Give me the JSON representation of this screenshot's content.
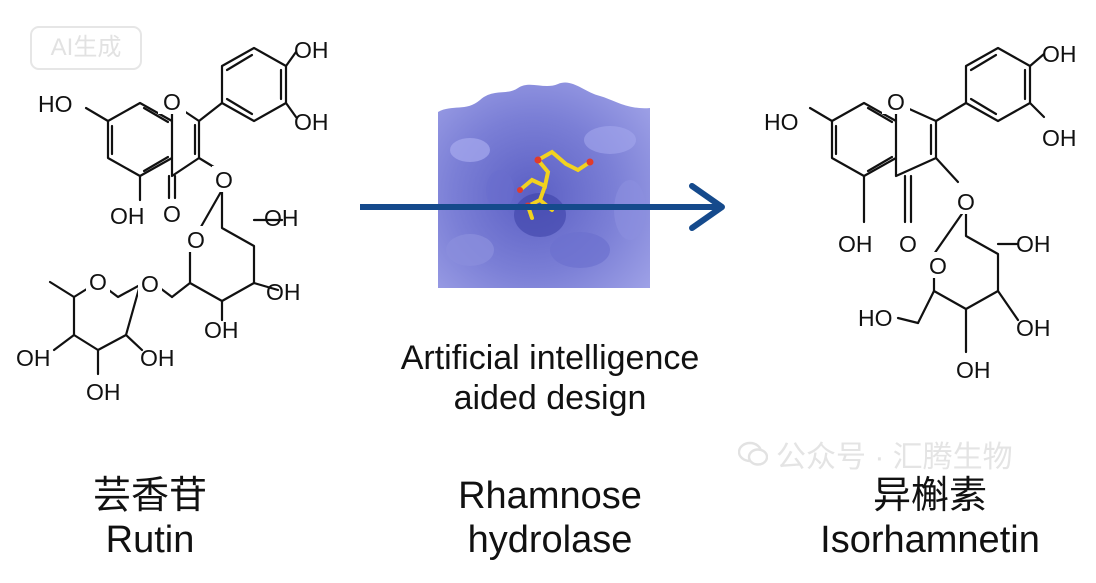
{
  "badge": "AI生成",
  "watermark": {
    "text": "公众号 · 汇腾生物",
    "icon": "wechat-icon"
  },
  "left": {
    "name_cn": "芸香苷",
    "name_en": "Rutin",
    "atoms": {
      "ho7": "HO",
      "o1": "O",
      "oh3p": "OH",
      "oh4p": "OH",
      "oh5": "OH",
      "o_keto": "O",
      "o3": "O",
      "glc_o5": "O",
      "glc_oh2": "OH",
      "glc_oh3": "OH",
      "glc_oh4": "OH",
      "link_o6": "O",
      "rha_o5": "O",
      "rha_oh2": "OH",
      "rha_oh3": "OH",
      "rha_oh4": "OH"
    }
  },
  "middle": {
    "caption_line1": "Artificial intelligence",
    "caption_line2": "aided design",
    "enzyme_line1": "Rhamnose",
    "enzyme_line2": "hydrolase",
    "arrow_color": "#154a8c",
    "surface_color": "#7b7fd6",
    "ligand_color": "#f2d21f"
  },
  "right": {
    "name_cn": "异槲素",
    "name_en": "Isorhamnetin",
    "atoms": {
      "ho7": "HO",
      "o1": "O",
      "oh3p": "OH",
      "oh4p": "OH",
      "oh5": "OH",
      "o_keto": "O",
      "o3": "O",
      "glc_o5": "O",
      "glc_oh2": "OH",
      "glc_oh3": "OH",
      "glc_oh4": "OH",
      "glc_ho6": "HO"
    }
  }
}
